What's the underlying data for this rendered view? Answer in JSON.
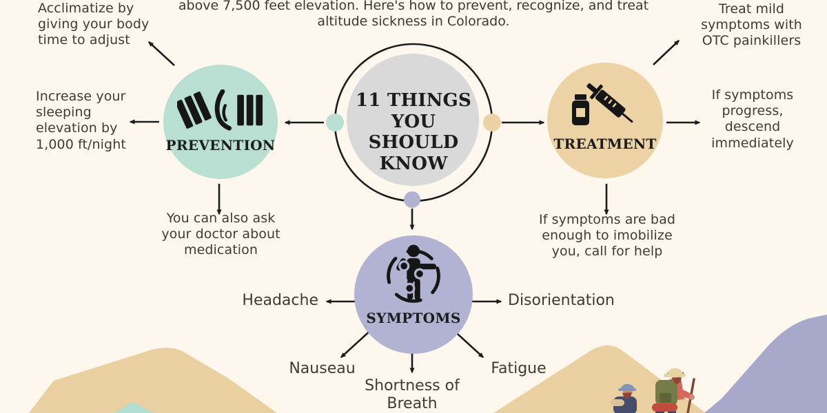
{
  "colors": {
    "background": "#fdf7ee",
    "ink": "#1c1c1c",
    "text": "#3f3a35",
    "mint": "#b9ded2",
    "tan": "#ecd2a4",
    "lavender": "#b2b2d3",
    "hubgray": "#d9d9d9",
    "mountaintan": "#eacfa0",
    "mountainlavender": "#a8a8ca",
    "mintpeak": "#b4ddd1"
  },
  "intro": {
    "line1": "above 7,500 feet elevation. Here's how to prevent, recognize, and treat",
    "line2": "altitude sickness in Colorado."
  },
  "hub": {
    "title_lines": [
      "11 THINGS",
      "YOU SHOULD",
      "KNOW"
    ]
  },
  "prevention": {
    "label": "PREVENTION",
    "icon": "hand-stopping-falling-blocks-icon",
    "tip_top": "Acclimatize by giving your body time to adjust",
    "tip_left": "Increase your sleeping elevation by 1,000 ft/night",
    "tip_bottom": "You can also ask your doctor about medication"
  },
  "treatment": {
    "label": "TREATMENT",
    "icon": "syringe-and-medicine-bottle-icon",
    "tip_top": "Treat mild symptoms with OTC painkillers",
    "tip_right": "If symptoms progress, descend immediately",
    "tip_bottom": "If symptoms are bad enough to imobilize you, call for help"
  },
  "symptoms": {
    "label": "SYMPTOMS",
    "icon": "person-with-pain-points-icon",
    "items": [
      "Headache",
      "Disorientation",
      "Nauseau",
      "Shortness of Breath",
      "Fatigue"
    ]
  }
}
